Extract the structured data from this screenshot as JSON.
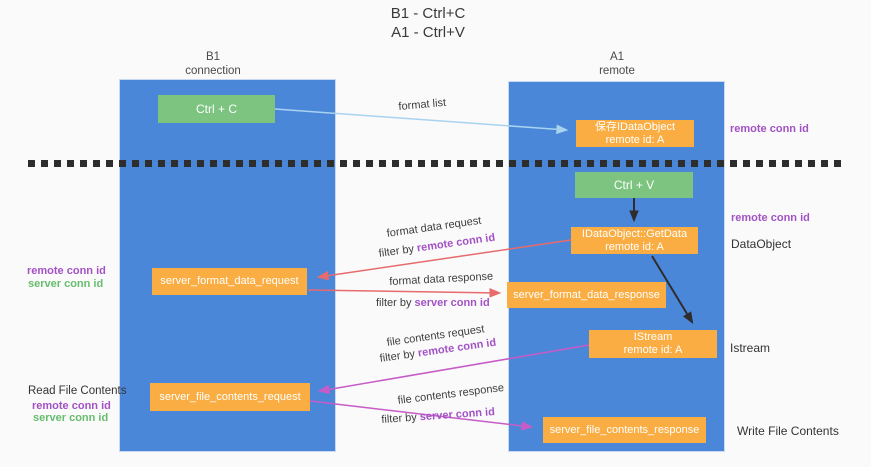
{
  "title": {
    "line1": "B1 - Ctrl+C",
    "line2": "A1 - Ctrl+V"
  },
  "columns": {
    "b1": {
      "name": "B1",
      "subtitle": "connection"
    },
    "a1": {
      "name": "A1",
      "subtitle": "remote"
    }
  },
  "nodes": {
    "ctrl_c": {
      "label": "Ctrl + C"
    },
    "save_dataobject": {
      "line1": "保存IDataObject",
      "line2": "remote id: A"
    },
    "ctrl_v": {
      "label": "Ctrl + V"
    },
    "getdata": {
      "line1": "IDataObject::GetData",
      "line2": "remote id: A"
    },
    "istream": {
      "line1": "IStream",
      "line2": "remote id: A"
    },
    "format_request": {
      "label": "server_format_data_request"
    },
    "format_response": {
      "label": "server_format_data_response"
    },
    "file_request": {
      "label": "server_file_contents_request"
    },
    "file_response": {
      "label": "server_file_contents_response"
    }
  },
  "side_labels": {
    "right_remote_conn_top": "remote conn id",
    "right_remote_conn_mid": "remote conn id",
    "dataobject": "DataObject",
    "istream": "Istream",
    "write_file_contents": "Write File Contents",
    "left_remote_conn_mid": "remote conn id",
    "left_server_conn_mid": "server conn id",
    "read_file_contents": "Read File Contents",
    "left_remote_conn_bottom": "remote conn id",
    "left_server_conn_bottom": "server conn id"
  },
  "flow_labels": {
    "format_list": "format list",
    "format_data_request": "format data request",
    "format_data_response": "format data response",
    "file_contents_request": "file contents request",
    "file_contents_response": "file contents response",
    "filter_prefix": "filter by ",
    "filter_remote": "remote conn id",
    "filter_server": "server conn id"
  },
  "colors": {
    "lane_blue": "#4b87d9",
    "box_green": "#7cc47f",
    "box_orange": "#f9ad42",
    "arrow_lightblue": "#a8d3ef",
    "arrow_black": "#2d2d2d",
    "arrow_red": "#e76a6c",
    "arrow_magenta": "#c75bc7",
    "text_purple": "#a352c5",
    "text_green": "#67bd6e",
    "background": "#fafafa"
  }
}
